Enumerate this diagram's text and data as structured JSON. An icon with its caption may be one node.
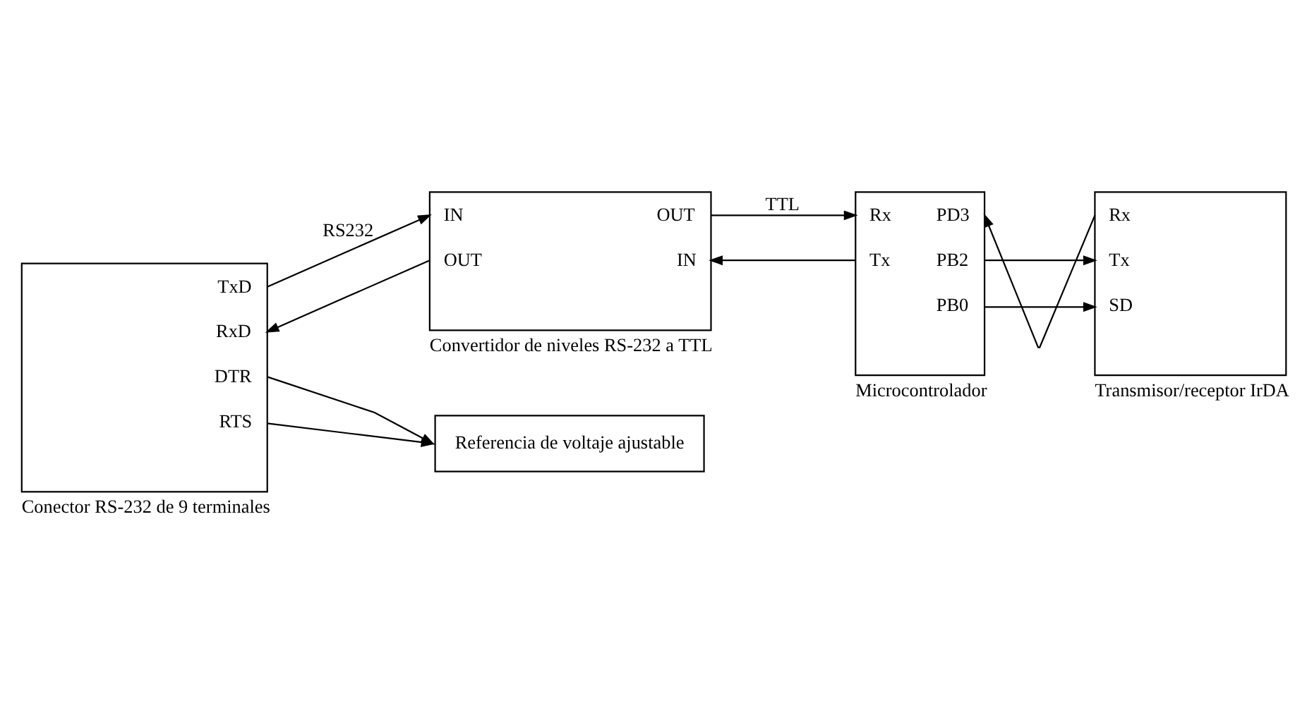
{
  "diagram": {
    "nodes": [
      {
        "text": [
          "TxD",
          "RxD",
          "DTR",
          "RTS"
        ],
        "beside": [
          "Conector RS-232 de 9 terminales"
        ]
      },
      {
        "text": [
          "IN",
          "OUT",
          "OUT",
          "IN"
        ],
        "beside": [
          "Convertidor de niveles RS-232 a TTL"
        ]
      },
      {
        "text": [
          "Rx",
          "PD3",
          "Tx",
          "PB2",
          "PB0"
        ],
        "beside": [
          "Microcontrolador"
        ]
      },
      {
        "text": [
          "Rx",
          "Tx",
          "SD"
        ],
        "beside": [
          "Transmisor/receptor IrDA"
        ]
      },
      {
        "text": [
          "Referencia de voltaje ajustable"
        ]
      }
    ],
    "edges": [
      {
        "from": 0,
        "to": 1,
        "arrow": "to",
        "label": "RS232"
      },
      {
        "from": 1,
        "to": 0,
        "arrow": "to"
      },
      {
        "from": 1,
        "to": 2,
        "arrow": "to",
        "label": "TTL"
      },
      {
        "from": 2,
        "to": 1,
        "arrow": "to"
      },
      {
        "from": 3,
        "to": 2,
        "arrow": "to"
      },
      {
        "from": 2,
        "to": 3,
        "arrow": "to"
      },
      {
        "from": 2,
        "to": 3,
        "arrow": "to"
      },
      {
        "from": 0,
        "to": 4,
        "arrow": "to"
      },
      {
        "from": 0,
        "to": 4,
        "arrow": "to"
      }
    ]
  }
}
